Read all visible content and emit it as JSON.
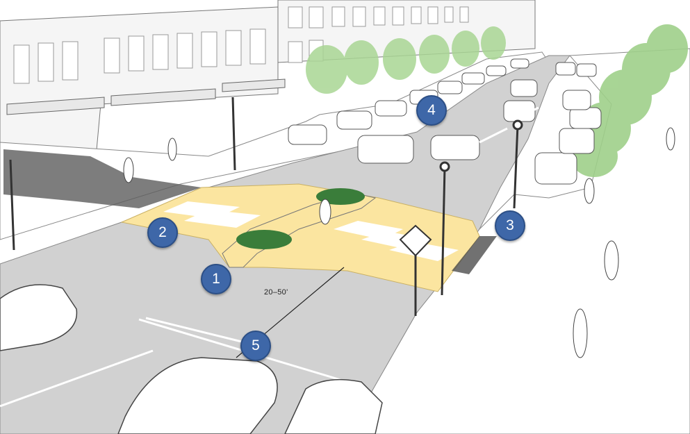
{
  "callouts": {
    "c1": "1",
    "c2": "2",
    "c3": "3",
    "c4": "4",
    "c5": "5"
  },
  "dimension_label": "20–50'",
  "colors": {
    "road": "#cfcfcf",
    "sidewalk": "#ffffff",
    "crossing": "#fbe5a0",
    "callout": "#3e67a8",
    "tree": "#9fd08a",
    "building": "#f4f4f4"
  }
}
